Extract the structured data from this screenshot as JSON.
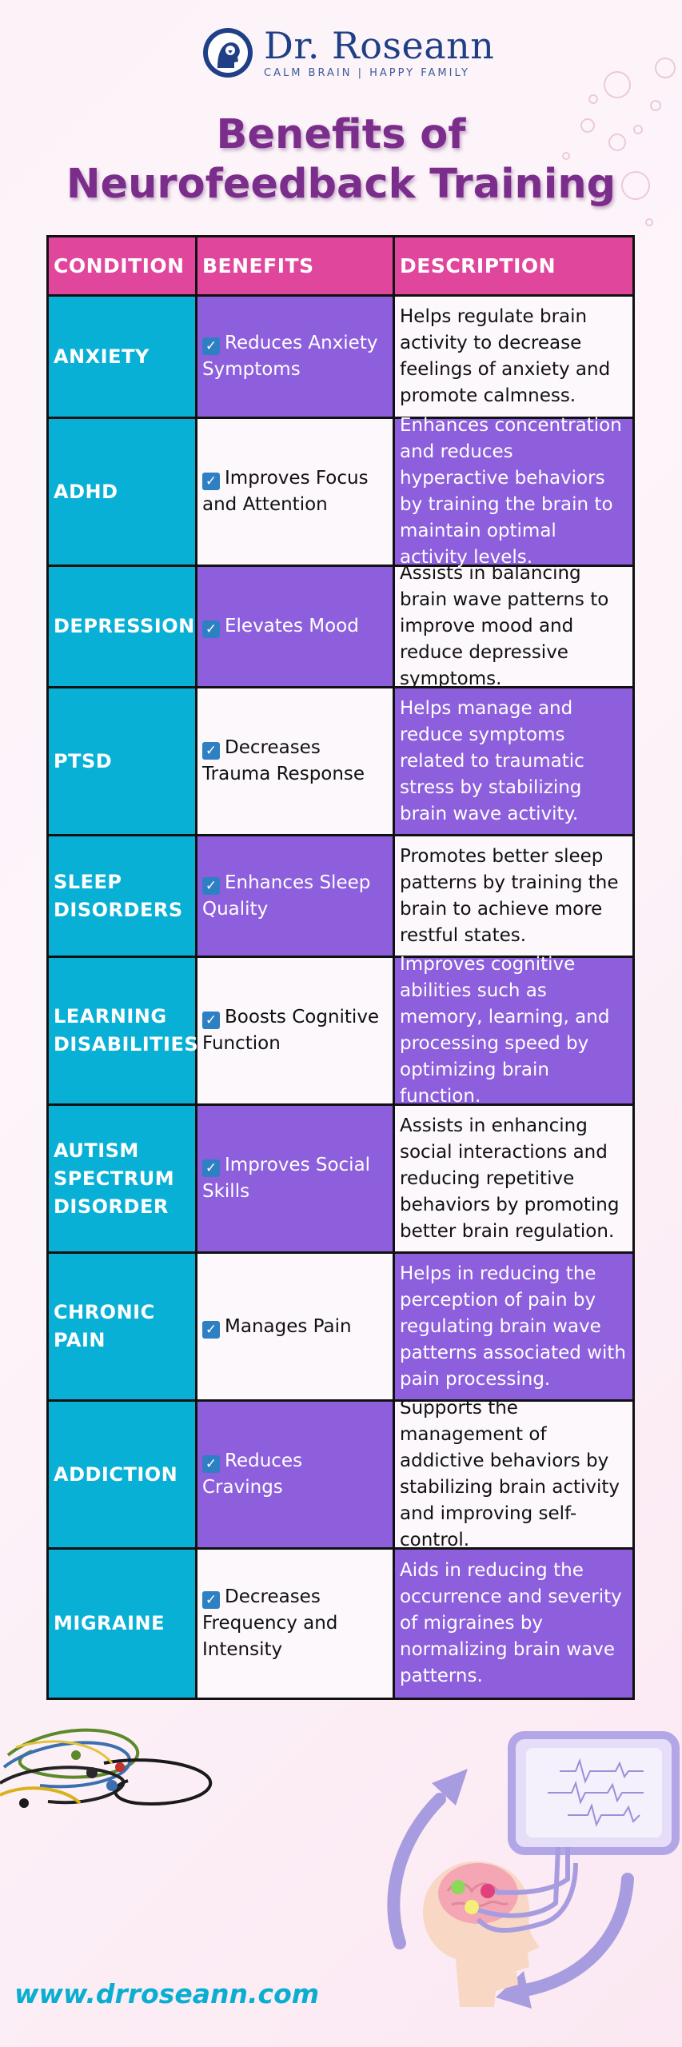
{
  "logo": {
    "name": "Dr. Roseann",
    "tagline": "CALM BRAIN | HAPPY FAMILY"
  },
  "title": {
    "line1": "Benefits of",
    "line2": "Neurofeedback Training"
  },
  "table": {
    "headers": [
      "CONDITION",
      "BENEFITS",
      "DESCRIPTION"
    ],
    "rows": [
      {
        "condition": "ANXIETY",
        "benefit": "Reduces Anxiety Symptoms",
        "description": "Helps regulate brain activity to decrease feelings of anxiety and promote calmness."
      },
      {
        "condition": "ADHD",
        "benefit": "Improves Focus and Attention",
        "description": "Enhances concentration and reduces hyperactive behaviors by training the brain to maintain optimal activity levels."
      },
      {
        "condition": "DEPRESSION",
        "benefit": "Elevates Mood",
        "description": "Assists in balancing brain wave patterns to improve mood and reduce depressive symptoms."
      },
      {
        "condition": "PTSD",
        "benefit": "Decreases Trauma Response",
        "description": "Helps manage and reduce symptoms related to traumatic stress by stabilizing brain wave activity."
      },
      {
        "condition": "SLEEP DISORDERS",
        "benefit": "Enhances Sleep Quality",
        "description": "Promotes better sleep patterns by training the brain to achieve more restful states."
      },
      {
        "condition": "LEARNING DISABILITIES",
        "benefit": "Boosts Cognitive Function",
        "description": "Improves cognitive abilities such as memory, learning, and processing speed by optimizing brain function."
      },
      {
        "condition": "AUTISM SPECTRUM DISORDER",
        "benefit": "Improves Social Skills",
        "description": "Assists in enhancing social interactions and reducing repetitive behaviors by promoting better brain regulation."
      },
      {
        "condition": "CHRONIC PAIN",
        "benefit": "Manages Pain",
        "description": "Helps in reducing the perception of pain by regulating brain wave patterns associated with pain processing."
      },
      {
        "condition": "ADDICTION",
        "benefit": "Reduces Cravings",
        "description": "Supports the management of addictive behaviors by stabilizing brain activity and improving self-control."
      },
      {
        "condition": "MIGRAINE",
        "benefit": "Decreases Frequency and Intensity",
        "description": "Aids in reducing the occurrence and severity of migraines by normalizing brain wave patterns."
      }
    ]
  },
  "footer": {
    "url": "www.drroseann.com"
  },
  "icons": {
    "check": "checkbox-checked-icon",
    "logo": "head-silhouette-logo-icon",
    "cables": "eeg-cables-illustration",
    "brain": "brain-monitor-illustration"
  },
  "colors": {
    "header": "#e0469b",
    "condition": "#09b0d6",
    "purple": "#8d5fdc",
    "title": "#7b2d8b",
    "url": "#0aaed1",
    "logo": "#1f3f86"
  }
}
